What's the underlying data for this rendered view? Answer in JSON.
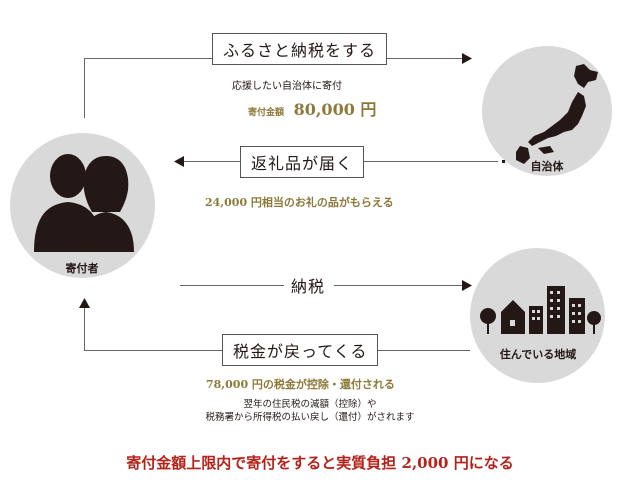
{
  "nodes": {
    "donor": "寄付者",
    "municipality": "自治体",
    "region": "住んでいる地域"
  },
  "flows": {
    "furusato": {
      "label": "ふるさと納税をする",
      "sub": "応援したい自治体に寄付",
      "amount_prefix": "寄付金額",
      "amount_value": "80,000 円"
    },
    "gift": {
      "label": "返礼品が届く",
      "sub": "24,000 円相当のお礼の品がもらえる"
    },
    "tax": {
      "label": "納税"
    },
    "refund": {
      "label": "税金が戻ってくる",
      "sub": "78,000 円の税金が控除・還付される",
      "note1": "翌年の住民税の減額（控除）や",
      "note2": "税務署から所得税の払い戻し（還付）がされます"
    }
  },
  "footer": "寄付金額上限内で寄付をすると実質負担 2,000 円になる",
  "colors": {
    "accent_gold": "#8c7a3a",
    "footer_red": "#b3231a",
    "circle_gray": "#d9d9d9"
  }
}
